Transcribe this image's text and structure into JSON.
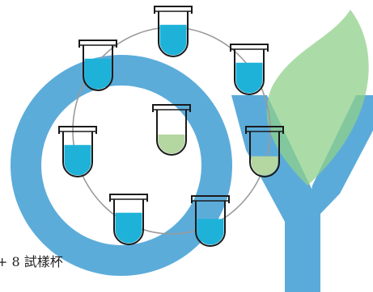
{
  "caption": "+ 8 試樣杯",
  "colors": {
    "liquid_blue": "#1fb2d9",
    "liquid_green": "#b4d6a1",
    "cup_outline": "#1a1a1a",
    "ring": "#9a9a9a",
    "watermark_blue": "#4aa3d6",
    "watermark_green": "#8fd08a"
  },
  "cups": [
    {
      "id": "top",
      "liquid": "blue",
      "fill": 0.7
    },
    {
      "id": "upper-left",
      "liquid": "blue",
      "fill": 0.7
    },
    {
      "id": "upper-right",
      "liquid": "blue",
      "fill": 0.7
    },
    {
      "id": "center",
      "liquid": "green",
      "fill": 0.45
    },
    {
      "id": "middle-left",
      "liquid": "blue",
      "fill": 0.7
    },
    {
      "id": "middle-right",
      "liquid": "green",
      "fill": 0.45
    },
    {
      "id": "bottom-left",
      "liquid": "blue",
      "fill": 0.7
    },
    {
      "id": "bottom-right",
      "liquid": "blue",
      "fill": 0.6
    }
  ]
}
